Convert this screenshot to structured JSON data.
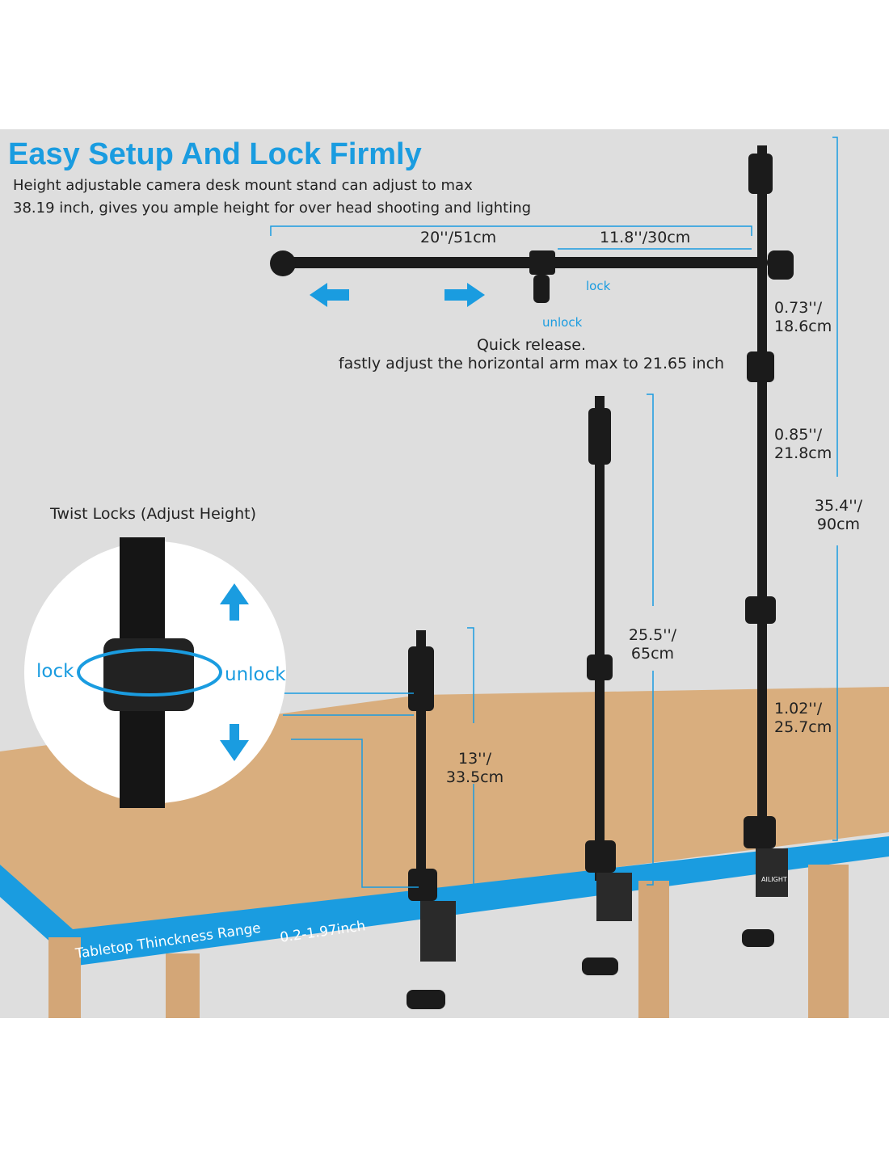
{
  "title": "Easy Setup And Lock Firmly",
  "subtitle_lines": [
    "Height adjustable camera desk mount stand can adjust to max",
    "38.19 inch, gives you ample height for over head shooting and lighting"
  ],
  "arm": {
    "total": "20''/51cm",
    "partial": "11.8''/30cm",
    "lock": "lock",
    "unlock": "unlock",
    "quick_release": "Quick release.",
    "quick_release_desc": "fastly adjust the horizontal arm max to 21.65 inch"
  },
  "tall_stand": {
    "d1": [
      "0.73''/",
      "18.6cm"
    ],
    "d2": [
      "0.85''/",
      "21.8cm"
    ],
    "d3": [
      "1.02''/",
      "25.7cm"
    ],
    "height": [
      "35.4''/",
      "90cm"
    ]
  },
  "mid_stand": {
    "height": [
      "25.5''/",
      "65cm"
    ]
  },
  "short_stand": {
    "height": [
      "13''/",
      "33.5cm"
    ]
  },
  "twist": {
    "label": "Twist Locks (Adjust Height)",
    "lock": "lock",
    "unlock": "unlock"
  },
  "table": {
    "range_label": "Tabletop Thinckness Range",
    "range_value": "0.2-1.97inch"
  },
  "brand": "AILIGHT",
  "colors": {
    "accent": "#1a9ce0",
    "wood": "#d9ae7e",
    "background": "#dedede"
  }
}
